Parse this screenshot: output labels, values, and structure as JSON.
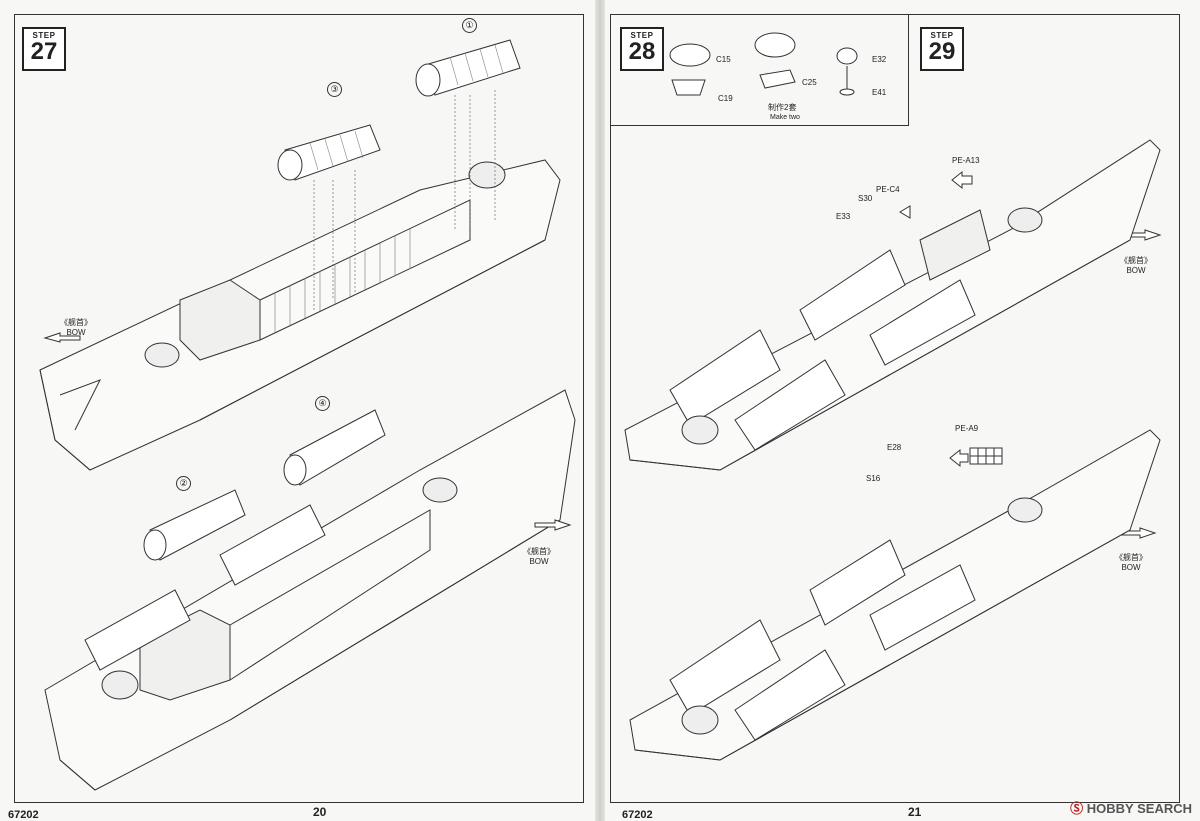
{
  "left_page": {
    "step": {
      "label": "STEP",
      "number": "27"
    },
    "callouts": [
      "①",
      "②",
      "③",
      "④"
    ],
    "bow_labels": [
      {
        "cn": "《舰首》",
        "en": "BOW"
      },
      {
        "cn": "《舰首》",
        "en": "BOW"
      }
    ],
    "product_code": "67202",
    "page_number": "20"
  },
  "right_page": {
    "step28": {
      "label": "STEP",
      "number": "28",
      "parts": [
        "C15",
        "C25",
        "E32",
        "E41",
        "C19"
      ],
      "make_two_cn": "制作2套",
      "make_two_en": "Make two"
    },
    "step29": {
      "label": "STEP",
      "number": "29",
      "parts_top": [
        "PE-A13",
        "PE-C4",
        "S30",
        "E33"
      ],
      "parts_bottom": [
        "PE-A9",
        "E28",
        "S16"
      ],
      "bow_labels": [
        {
          "cn": "《舰首》",
          "en": "BOW"
        },
        {
          "cn": "《舰首》",
          "en": "BOW"
        }
      ]
    },
    "product_code": "67202",
    "page_number": "21"
  },
  "watermark": {
    "prefix": "Ⓢ",
    "brand": "HOBBY SEARCH"
  }
}
